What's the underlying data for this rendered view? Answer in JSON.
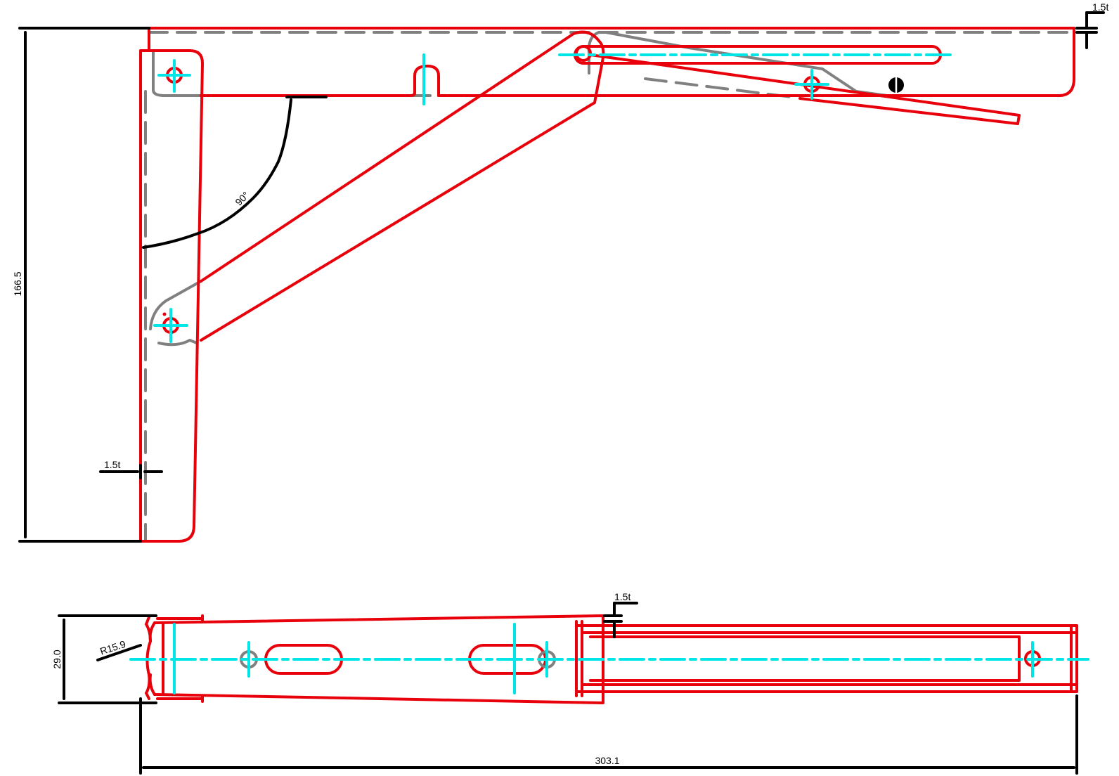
{
  "dimensions": {
    "height_side": "166.5",
    "width_plan": "29.0",
    "length_total": "303.1",
    "radius": "R15.9",
    "angle": "90°",
    "thickness_top_right": "1.5t",
    "thickness_left": "1.5t",
    "thickness_plan": "1.5t"
  },
  "colors": {
    "outline": "#e8000b",
    "hidden": "#808080",
    "centerline": "#00e5e5",
    "dimension": "#000000"
  }
}
